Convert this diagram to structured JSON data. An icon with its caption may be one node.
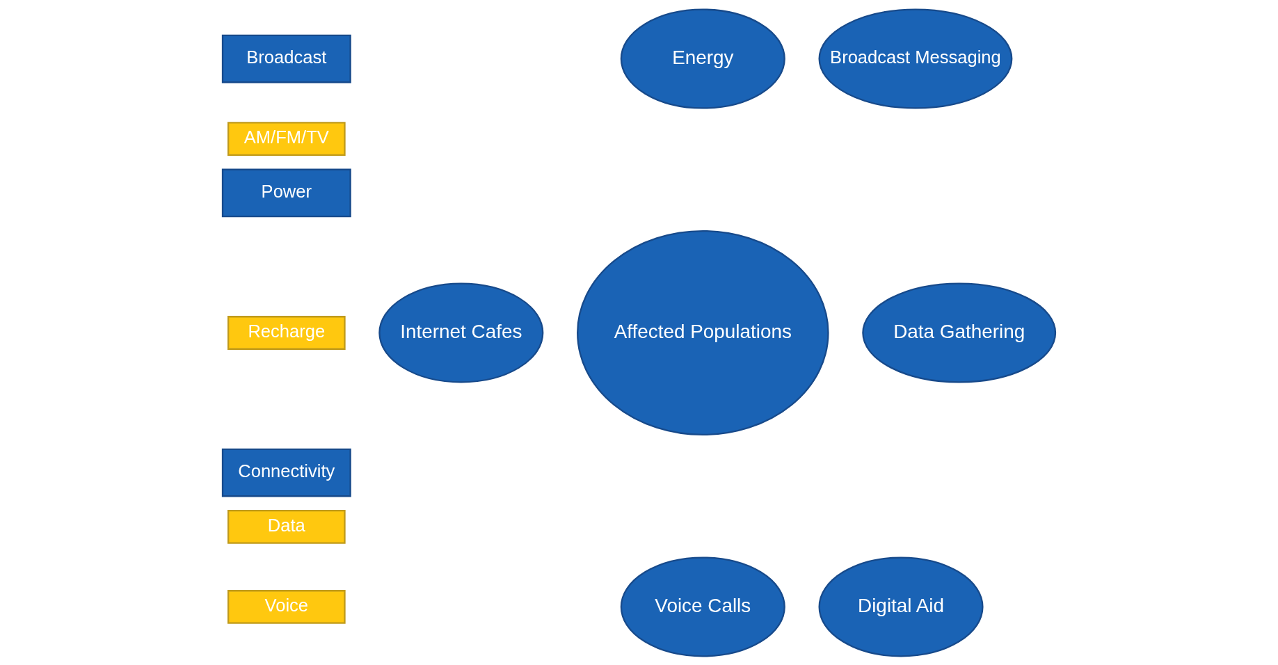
{
  "diagram": {
    "nodes": [
      {
        "text": [
          "Broadcast"
        ]
      },
      {
        "text": [
          "AM/FM/TV"
        ]
      },
      {
        "text": [
          "Power"
        ]
      },
      {
        "text": [
          "Recharge"
        ]
      },
      {
        "text": [
          "Connectivity"
        ]
      },
      {
        "text": [
          "Data"
        ]
      },
      {
        "text": [
          "Voice"
        ]
      },
      {
        "text": [
          "Energy"
        ]
      },
      {
        "text": [
          "Broadcast Messaging"
        ]
      },
      {
        "text": [
          "Internet Cafes"
        ]
      },
      {
        "text": [
          "Affected Populations"
        ]
      },
      {
        "text": [
          "Data Gathering"
        ]
      },
      {
        "text": [
          "Voice Calls"
        ]
      },
      {
        "text": [
          "Digital Aid"
        ]
      }
    ],
    "edges": []
  }
}
